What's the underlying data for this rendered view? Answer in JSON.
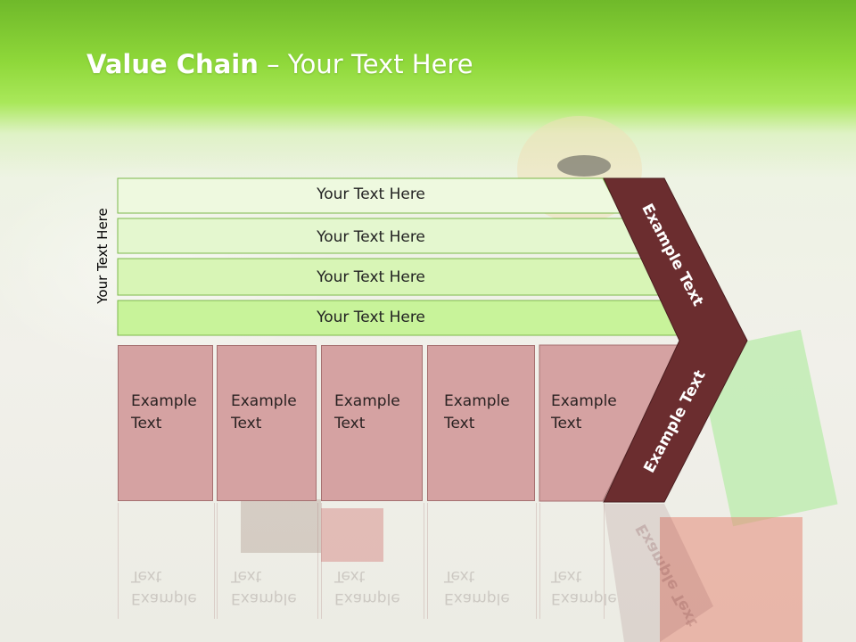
{
  "title": {
    "bold": "Value Chain",
    "rest": " – Your Text Here"
  },
  "side_label": "Your Text Here",
  "bars": [
    {
      "label": "Your Text Here"
    },
    {
      "label": "Your Text Here"
    },
    {
      "label": "Your Text Here"
    },
    {
      "label": "Your Text Here"
    }
  ],
  "boxes": [
    {
      "line1": "Example",
      "line2": "Text"
    },
    {
      "line1": "Example",
      "line2": "Text"
    },
    {
      "line1": "Example",
      "line2": "Text"
    },
    {
      "line1": "Example",
      "line2": "Text"
    },
    {
      "line1": "Example",
      "line2": "Text"
    }
  ],
  "chevron": {
    "upper": "Example Text",
    "lower": "Example Text"
  },
  "colors": {
    "header_green": "#8fd83a",
    "bar_fill": "#d0f5ab",
    "box_fill": "#d5a2a2",
    "chevron_fill": "#6b2d2f"
  }
}
